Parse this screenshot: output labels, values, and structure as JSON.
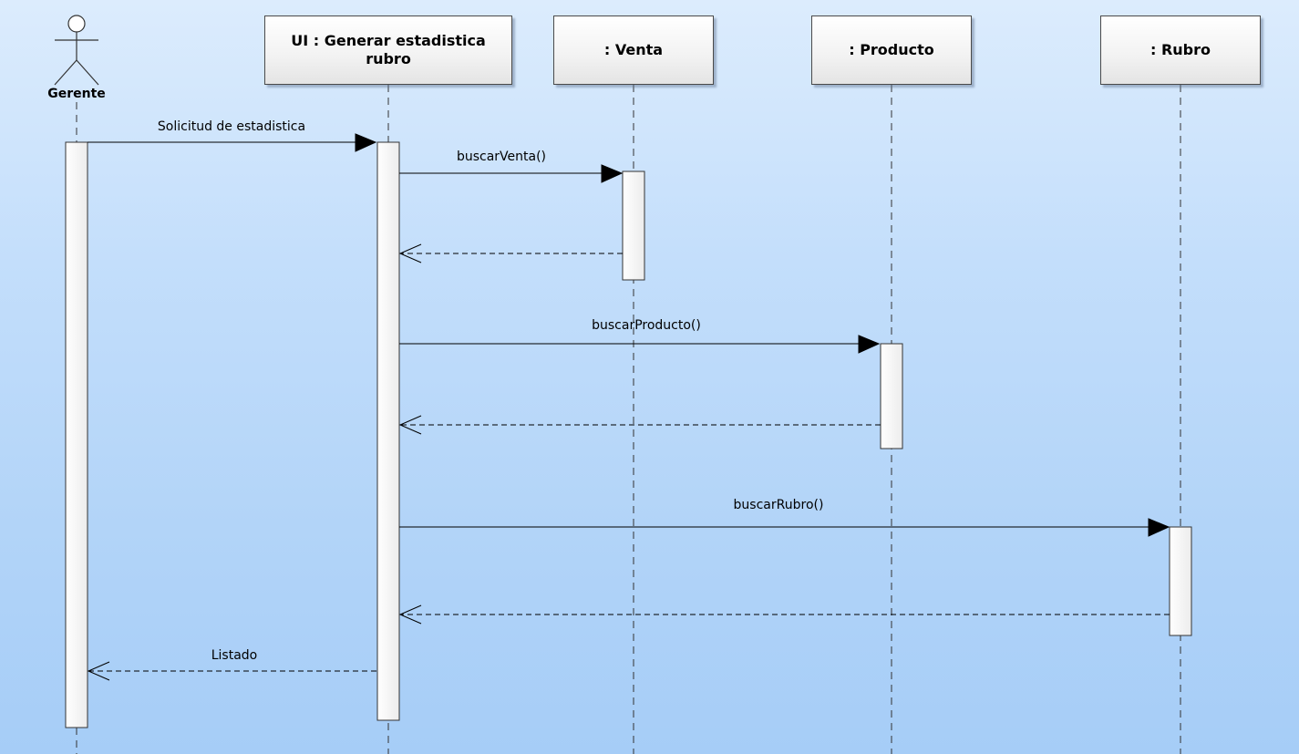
{
  "actor": {
    "name": "Gerente"
  },
  "lifelines": [
    {
      "id": "ui",
      "label": "UI : Generar estadistica rubro"
    },
    {
      "id": "venta",
      "label": ": Venta"
    },
    {
      "id": "producto",
      "label": ": Producto"
    },
    {
      "id": "rubro",
      "label": ": Rubro"
    }
  ],
  "messages": [
    {
      "label": "Solicitud de estadistica",
      "type": "sync"
    },
    {
      "label": "buscarVenta()",
      "type": "sync"
    },
    {
      "label": "",
      "type": "return"
    },
    {
      "label": "buscarProducto()",
      "type": "sync"
    },
    {
      "label": "",
      "type": "return"
    },
    {
      "label": "buscarRubro()",
      "type": "sync"
    },
    {
      "label": "",
      "type": "return"
    },
    {
      "label": "Listado",
      "type": "return"
    }
  ]
}
